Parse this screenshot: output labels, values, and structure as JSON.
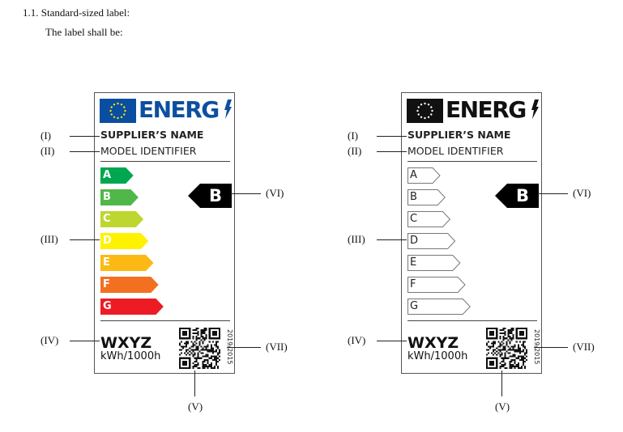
{
  "heading": "1.1.  Standard-sized label:",
  "subheading": "The label shall be:",
  "labels": [
    {
      "variant": "colour",
      "energy_word": "ENERG",
      "supplier": "SUPPLIER’S NAME",
      "model": "MODEL IDENTIFIER",
      "classes": [
        "A",
        "B",
        "C",
        "D",
        "E",
        "F",
        "G"
      ],
      "indicated_class": "B",
      "consumption": "WXYZ",
      "unit": "kWh/1000h",
      "regulation": "2019/2015"
    },
    {
      "variant": "monochrome",
      "energy_word": "ENERG",
      "supplier": "SUPPLIER’S NAME",
      "model": "MODEL IDENTIFIER",
      "classes": [
        "A",
        "B",
        "C",
        "D",
        "E",
        "F",
        "G"
      ],
      "indicated_class": "B",
      "consumption": "WXYZ",
      "unit": "kWh/1000h",
      "regulation": "2019/2015"
    }
  ],
  "callouts": {
    "i": "(I)",
    "ii": "(II)",
    "iii": "(III)",
    "iv": "(IV)",
    "v": "(V)",
    "vi": "(VI)",
    "vii": "(VII)"
  },
  "colors": {
    "eu_blue": "#0a4ea2",
    "star": "#ffe600",
    "energ_blue": "#0d4fa0",
    "classes": [
      "#00a650",
      "#50b848",
      "#bed630",
      "#fff200",
      "#fdb913",
      "#f37021",
      "#ed1c24"
    ]
  }
}
